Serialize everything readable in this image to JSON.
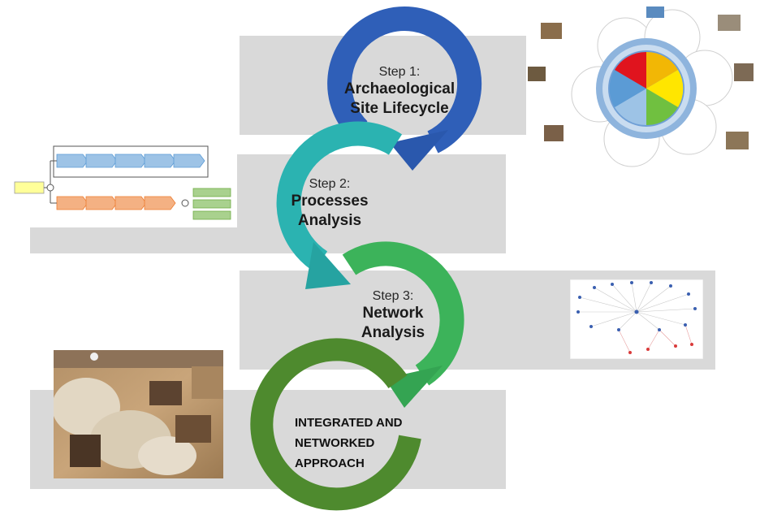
{
  "steps": [
    {
      "number": "Step 1:",
      "title_line1": "Archaeological",
      "title_line2": "Site Lifecycle"
    },
    {
      "number": "Step 2:",
      "title_line1": "Processes",
      "title_line2": "Analysis"
    },
    {
      "number": "Step 3:",
      "title_line1": "Network",
      "title_line2": "Analysis"
    }
  ],
  "final": {
    "line1": "INTEGRATED AND",
    "line2": "NETWORKED",
    "line3": "APPROACH"
  },
  "colors": {
    "band": "#d9d9d9",
    "step1_arrow": "#2f5fb8",
    "step2_arrow": "#2bb3b1",
    "step3_arrow": "#3cb35a",
    "final_ring": "#4e8a2e"
  },
  "icons": {
    "lifecycle": "lifecycle-wheel-thumbnail",
    "process": "process-flow-thumbnail",
    "network": "network-graph-thumbnail",
    "site": "excavation-site-photo"
  }
}
